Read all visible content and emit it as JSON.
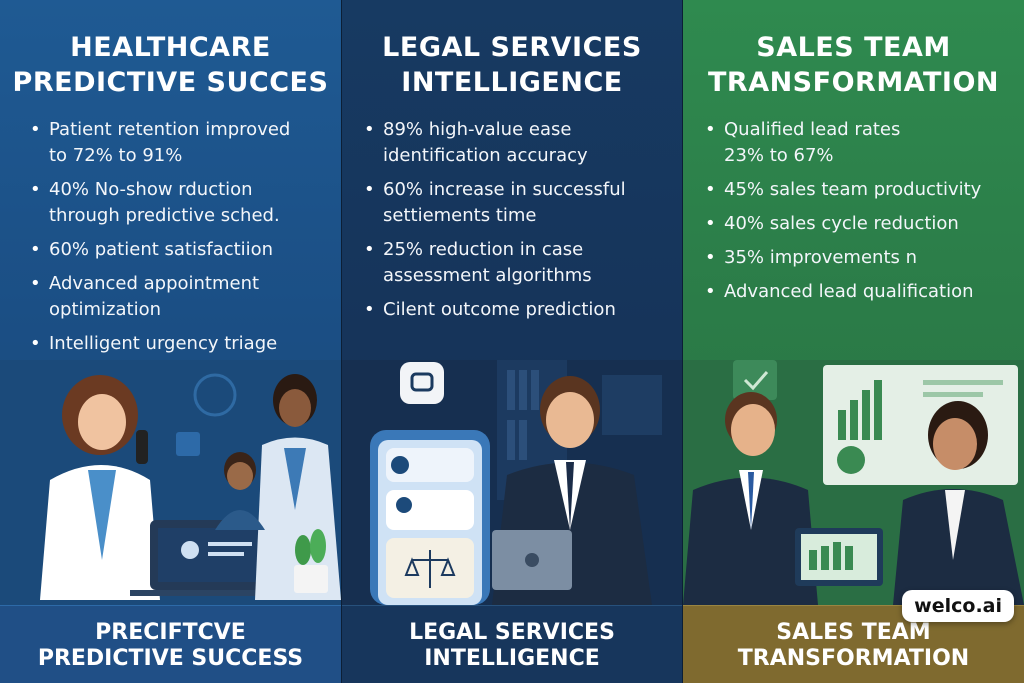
{
  "panels": [
    {
      "title": [
        "HEALTHCARE",
        "PREDICTIVE SUCCES"
      ],
      "bullets": [
        [
          "Patient retention improved",
          "to 72% to 91%"
        ],
        [
          "40% No-show rduction",
          "through predictive sched."
        ],
        [
          "60% patient satisfactiion"
        ],
        [
          "Advanced appointment",
          "optimization"
        ],
        [
          "Intelligent urgency triage"
        ]
      ],
      "footer": [
        "PRECIFTCVE",
        "PREDICTIVE SUCCESS"
      ]
    },
    {
      "title": [
        "LEGAL SERVICES",
        "INTELLIGENCE"
      ],
      "bullets": [
        [
          "89% high-value ease",
          "identification accuracy"
        ],
        [
          "60% increase in successful",
          "settiements time"
        ],
        [
          "25% reduction in case",
          "assessment algorithms"
        ],
        [
          "Cilent outcome prediction"
        ]
      ],
      "footer": [
        "LEGAL SERVICES",
        "INTELLIGENCE"
      ]
    },
    {
      "title": [
        "SALES TEAM",
        "TRANSFORMATION"
      ],
      "bullets": [
        [
          "Qualified lead rates",
          "23% to 67%"
        ],
        [
          "45% sales team productivity"
        ],
        [
          "40% sales cycle reduction"
        ],
        [
          "35% improvements n"
        ],
        [
          "Advanced lead qualification"
        ]
      ],
      "footer": [
        "SALES TEAM",
        "TRANSFORMATION"
      ]
    }
  ],
  "logo": "welco.ai",
  "colors": {
    "healthcare": "#1f5a93",
    "legal": "#173a62",
    "sales": "#2f8a4f",
    "sales_footer": "#7f6a2f"
  }
}
